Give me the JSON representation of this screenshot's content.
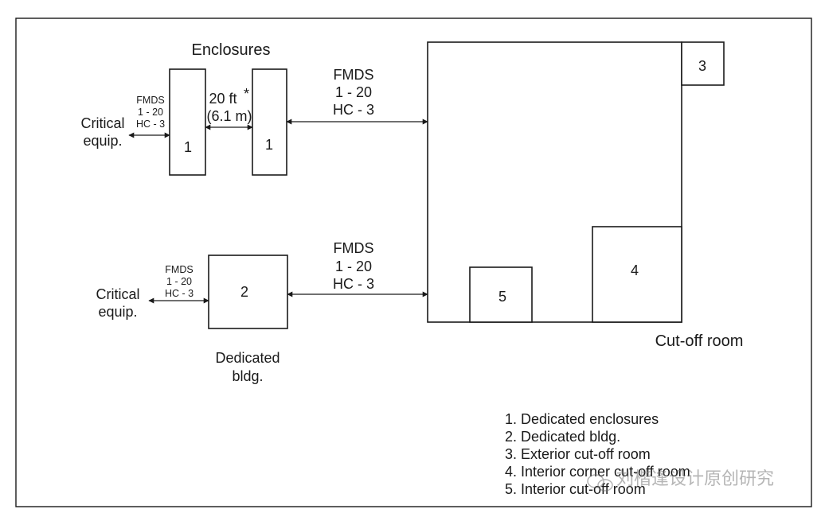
{
  "title": "Enclosures",
  "critical_equip_top": [
    "Critical",
    "equip."
  ],
  "critical_equip_bottom": [
    "Critical",
    "equip."
  ],
  "small_dist_top": [
    "FMDS",
    "1 - 20",
    "HC - 3"
  ],
  "small_dist_bottom": [
    "FMDS",
    "1 - 20",
    "HC - 3"
  ],
  "separation": [
    "20 ft",
    "*",
    "(6.1 m)"
  ],
  "big_dist_top": [
    "FMDS",
    "1 - 20",
    "HC - 3"
  ],
  "big_dist_bottom": [
    "FMDS",
    "1 - 20",
    "HC - 3"
  ],
  "enclosure_a": "1",
  "enclosure_b": "1",
  "dedicated_bldg_box": "2",
  "dedicated_bldg_label": [
    "Dedicated",
    "bldg."
  ],
  "exterior_room_box": "3",
  "interior_corner_room_box": "4",
  "interior_room_box": "5",
  "cutoff_room_label": "Cut-off room",
  "legend": [
    "1. Dedicated enclosures",
    "2. Dedicated bldg.",
    "3. Exterior cut-off room",
    "4. Interior corner cut-off room",
    "5. Interior cut-off room"
  ],
  "watermark": "刘楷逢设计原创研究"
}
